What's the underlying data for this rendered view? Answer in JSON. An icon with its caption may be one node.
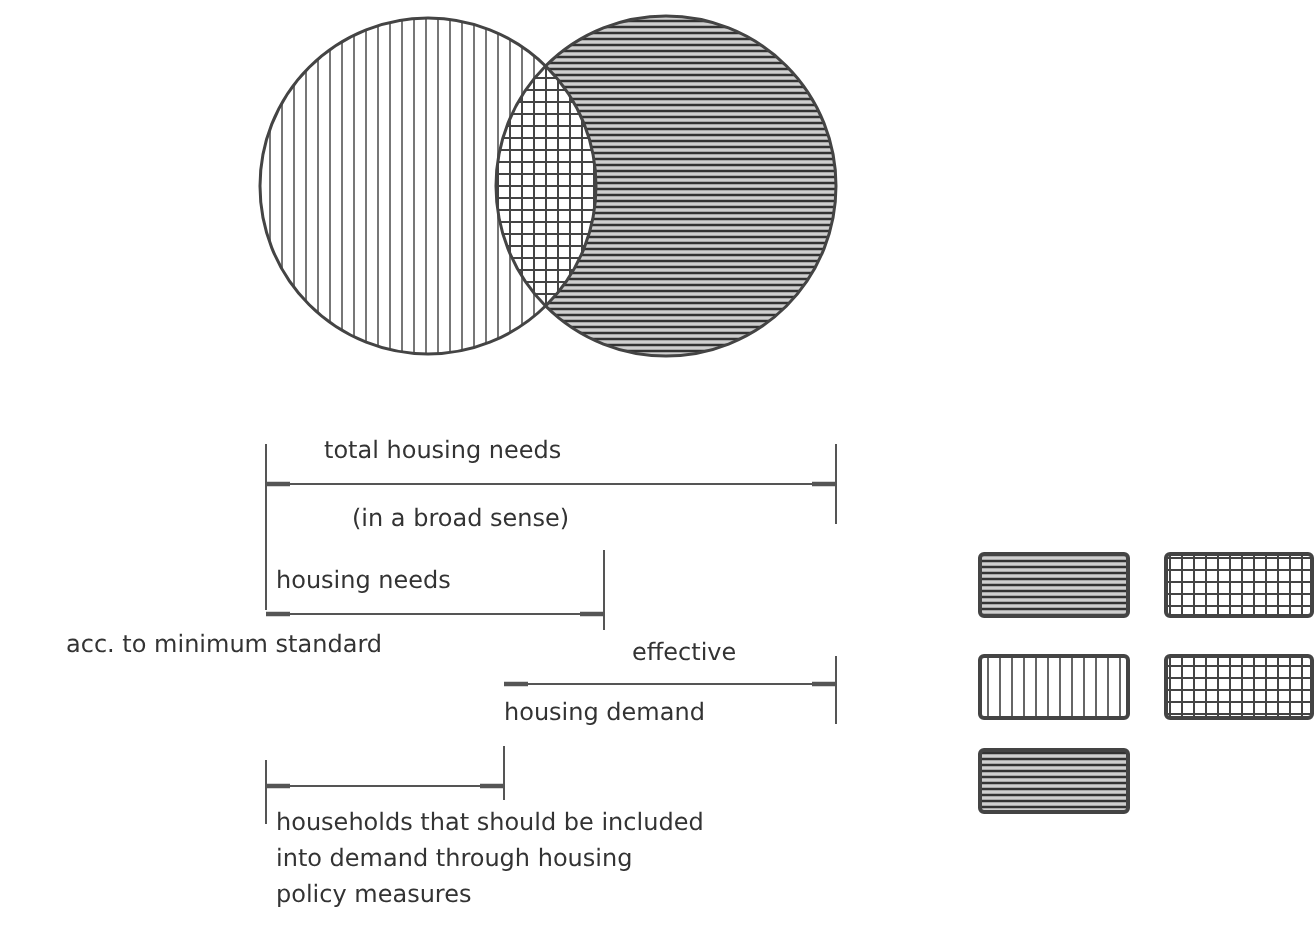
{
  "diagram": {
    "labels": [
      "total housing needs",
      "(in a broad sense)",
      "housing needs",
      "acc. to minimum standard",
      "effective",
      "housing demand",
      "households that should be included into demand through housing policy measures"
    ]
  }
}
